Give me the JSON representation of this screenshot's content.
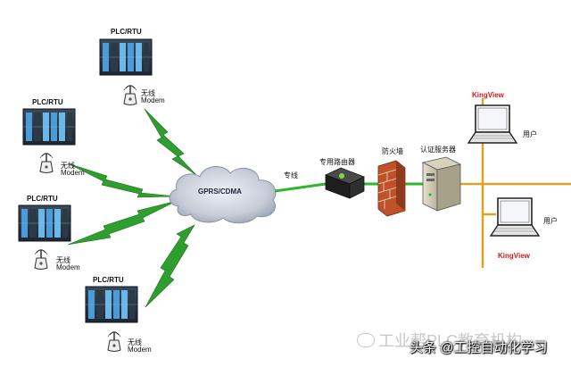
{
  "plc_nodes": [
    {
      "label": "PLC/RTU",
      "modem_label": "无线\nModem"
    },
    {
      "label": "PLC/RTU",
      "modem_label": "无线\nModem"
    },
    {
      "label": "PLC/RTU",
      "modem_label": "无线\nModem"
    },
    {
      "label": "PLC/RTU",
      "modem_label": "无线\nModem"
    }
  ],
  "cloud": {
    "label": "GPRS/CDMA"
  },
  "dedicated_line": {
    "label": "专线"
  },
  "router": {
    "label": "专用路由器"
  },
  "firewall": {
    "label": "防火墙"
  },
  "auth_server": {
    "label": "认证服务器"
  },
  "clients": [
    {
      "software": "KingView",
      "user": "用户"
    },
    {
      "software": "KingView",
      "user": "用户"
    }
  ],
  "watermark": {
    "faded_text": "工业帮PLC教育机构",
    "text": "头条 @工控自动化学习"
  },
  "colors": {
    "lightning": "#2e9e2e",
    "dedicated_line": "#2fb52f",
    "lan_bus": "#e0a020",
    "kingview": "#cc1a1a",
    "firewall": "#c0522a"
  }
}
